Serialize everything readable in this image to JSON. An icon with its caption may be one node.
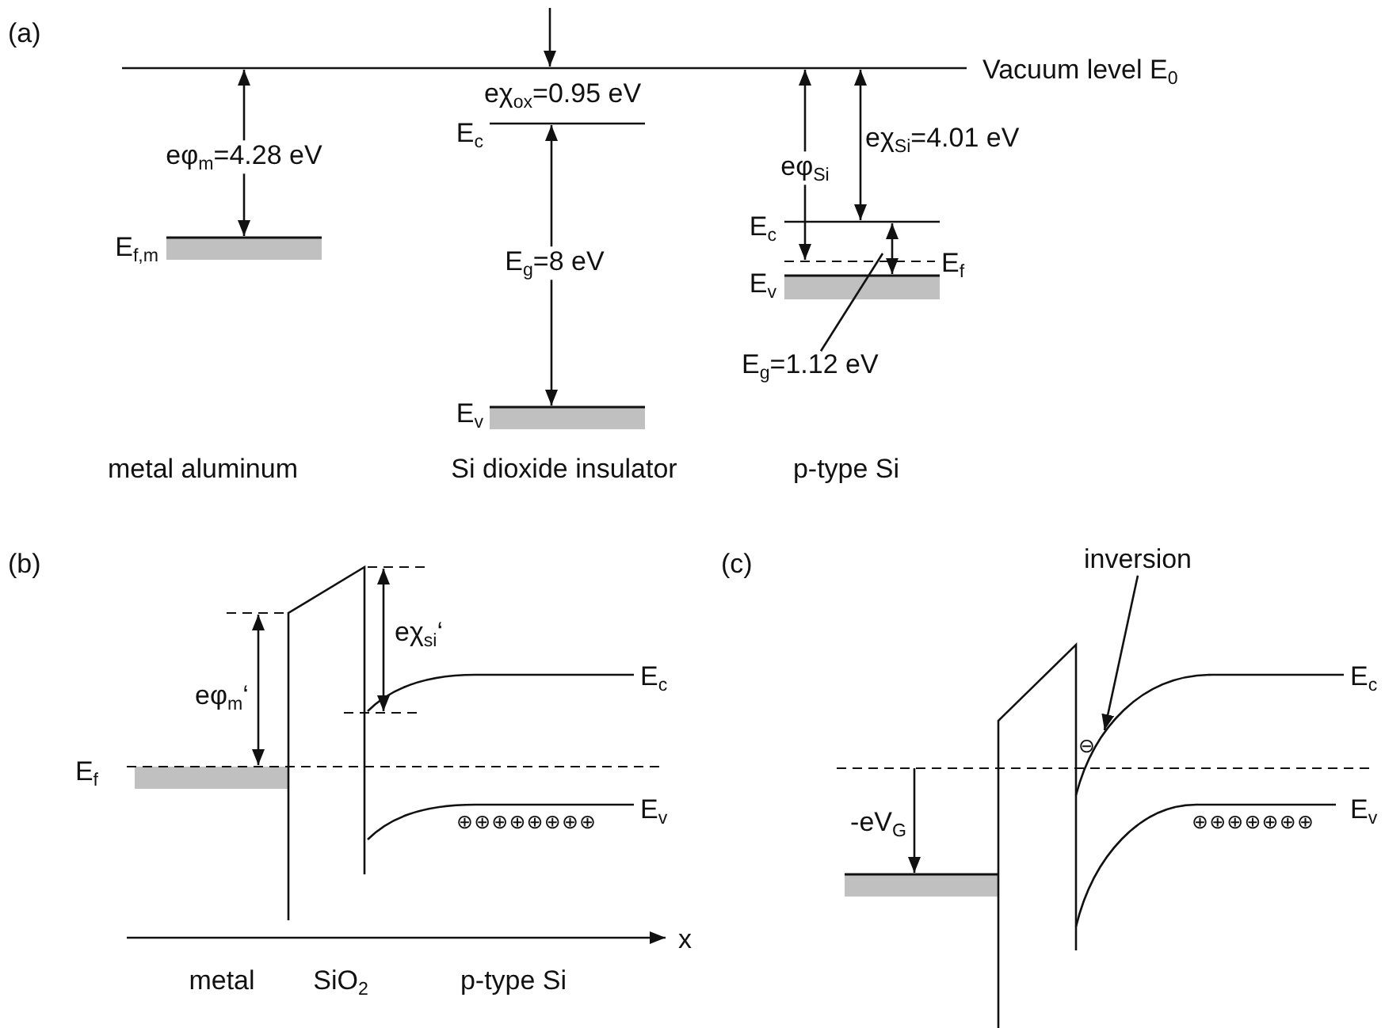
{
  "diagram": {
    "nodes": [
      {
        "text": [
          "E$_{g}$=1.12 eV"
        ]
      },
      {
        "text": [
          "inversion"
        ]
      },
      {
        "text": [],
        "shape": "curve"
      }
    ],
    "edges": [
      {
        "from": 0,
        "to": null,
        "arrow": "none"
      },
      {
        "from": 1,
        "to": 2,
        "arrow": "to"
      }
    ],
    "labels": [
      "(a)",
      "Vacuum level E$_{0}$",
      "eχ$_{ox}$=0.95 eV",
      "eχ$_{Si}$=4.01 eV",
      "eφ$_{m}$=4.28 eV",
      "E$_{c}$",
      "eφ$_{Si}$",
      "E$_{c}$",
      "E$_{f,m}$",
      "E$_{g}$=8 eV",
      "E$_{f}$",
      "E$_{v}$",
      "E$_{v}$",
      "metal aluminum",
      "Si dioxide insulator",
      "p-type Si",
      "(b)",
      "(c)",
      "eχ$_{si}$‘",
      "eφ$_{m}$‘",
      "E$_{c}$",
      "E$_{c}$",
      "⊖",
      "E$_{f}$",
      "E$_{v}$",
      "E$_{v}$",
      "⊕⊕⊕⊕⊕⊕⊕⊕",
      "-eV$_{G}$",
      "⊕⊕⊕⊕⊕⊕⊕",
      "x",
      "metal",
      "SiO$_{2}$",
      "p-type Si"
    ]
  }
}
